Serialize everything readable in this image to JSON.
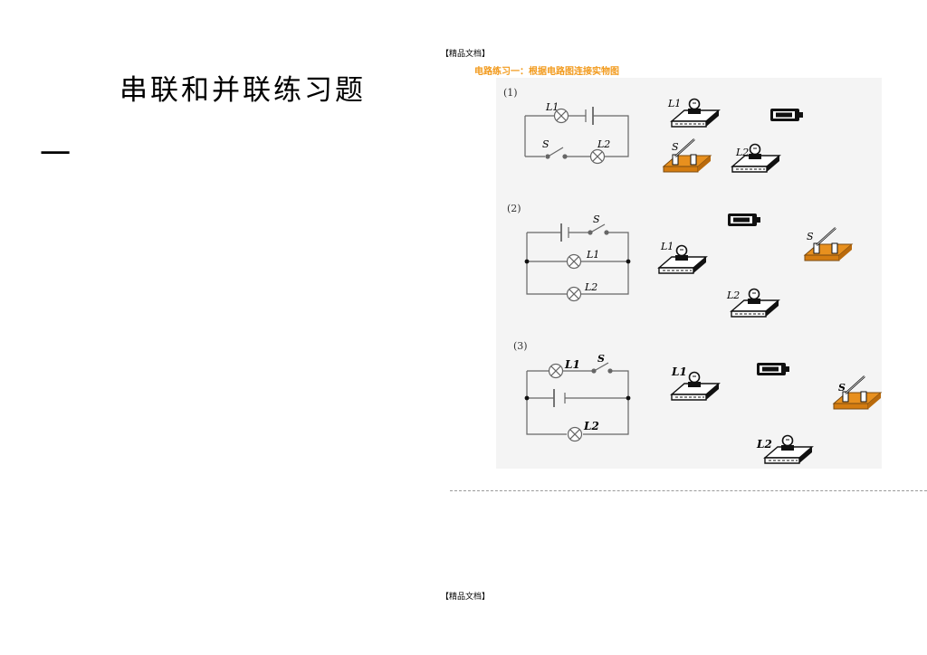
{
  "document": {
    "title": "串联和并联练习题",
    "section_number": "一",
    "watermark_top": "【精品文档】",
    "watermark_bottom": "【精品文档】",
    "exercise_title": "电路练习一：根据电路图连接实物图",
    "colors": {
      "exercise_title": "#f29a1c",
      "switch_base": "#e8901e",
      "panel": "#f4f4f4"
    }
  },
  "problems": [
    {
      "number": "(1)",
      "labels": {
        "lamp1": "L1",
        "lamp2": "L2",
        "switch": "S"
      }
    },
    {
      "number": "(2)",
      "labels": {
        "lamp1": "L1",
        "lamp2": "L2",
        "switch": "S"
      }
    },
    {
      "number": "(3)",
      "labels": {
        "lamp1": "L1",
        "lamp2": "L2",
        "switch": "S"
      }
    }
  ]
}
